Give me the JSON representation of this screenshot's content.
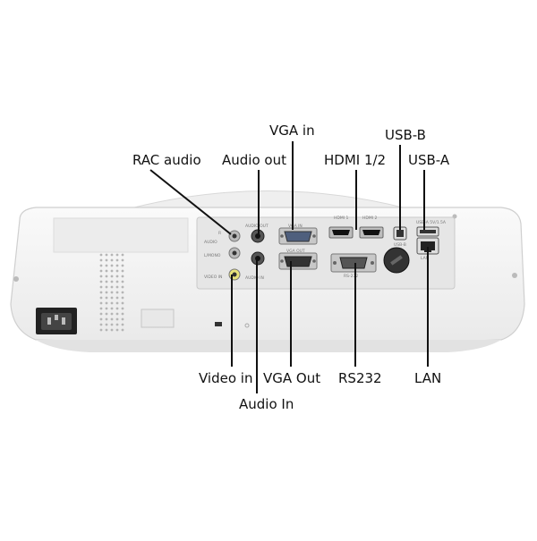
{
  "callouts": {
    "vga_in": "VGA in",
    "usb_b": "USB-B",
    "rac_audio": "RAC audio",
    "audio_out": "Audio out",
    "hdmi": "HDMI 1/2",
    "usb_a": "USB-A",
    "video_in": "Video in",
    "vga_out": "VGA Out",
    "rs232": "RS232",
    "lan": "LAN",
    "audio_in": "Audio In"
  },
  "panel_labels": {
    "r": "R",
    "audio": "AUDIO",
    "l_mono": "L/MONO",
    "video_in": "VIDEO IN",
    "audio_out": "AUDIO OUT",
    "audio_in": "AUDIO IN",
    "vga_in": "VGA IN",
    "vga_out": "VGA OUT",
    "hdmi1": "HDMI 1",
    "hdmi2": "HDMI 2",
    "rs232": "RS-232",
    "usb_b": "USB-B",
    "usb_a": "USB-A 5V/1.5A",
    "lan": "LAN"
  },
  "colors": {
    "body": "#f3f3f3",
    "panel": "#e6e6e6",
    "line": "#111111"
  }
}
